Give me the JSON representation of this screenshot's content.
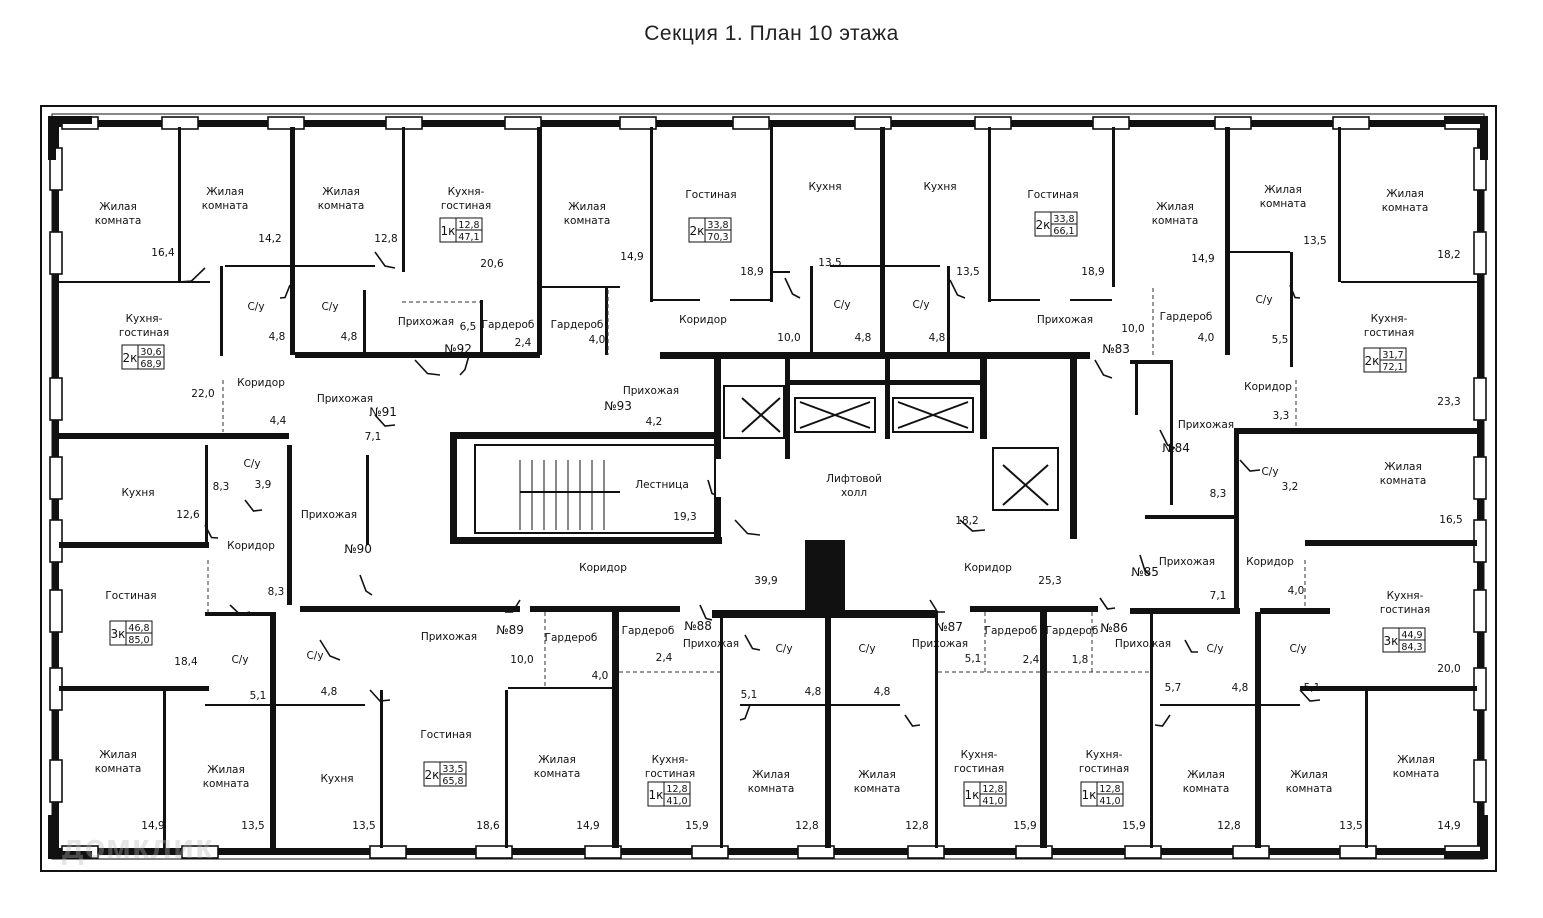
{
  "title": "Секция 1. План 10 этажа",
  "watermark": "домклик",
  "rooms": [
    {
      "label": [
        "Жилая",
        "комната"
      ],
      "area": "16,4"
    },
    {
      "label": [
        "Жилая",
        "комната"
      ],
      "area": "14,2"
    },
    {
      "label": [
        "Жилая",
        "комната"
      ],
      "area": "12,8"
    },
    {
      "label": [
        "Кухня-",
        "гостиная"
      ],
      "area": "20,6"
    },
    {
      "label": [
        "Жилая",
        "комната"
      ],
      "area": "14,9"
    },
    {
      "label": [
        "Гостиная"
      ],
      "area": "18,9"
    },
    {
      "label": [
        "Кухня"
      ],
      "area": "13,5"
    },
    {
      "label": [
        "Кухня"
      ],
      "area": "13,5"
    },
    {
      "label": [
        "Гостиная"
      ],
      "area": "18,9"
    },
    {
      "label": [
        "Жилая",
        "комната"
      ],
      "area": "14,9"
    },
    {
      "label": [
        "Жилая",
        "комната"
      ],
      "area": "13,5"
    },
    {
      "label": [
        "Жилая",
        "комната"
      ],
      "area": "18,2"
    },
    {
      "label": [
        "Кухня-",
        "гостиная"
      ],
      "area": "22,0"
    },
    {
      "label": [
        "С/у"
      ],
      "area": "4,8"
    },
    {
      "label": [
        "С/у"
      ],
      "area": "4,8"
    },
    {
      "label": [
        "Прихожая"
      ],
      "area": "6,5"
    },
    {
      "label": [
        "Гардероб"
      ],
      "area": "2,4"
    },
    {
      "label": [
        "Гардероб"
      ],
      "area": "4,0"
    },
    {
      "label": [
        "Коридор"
      ],
      "area": "10,0"
    },
    {
      "label": [
        "С/у"
      ],
      "area": "4,8"
    },
    {
      "label": [
        "С/у"
      ],
      "area": "4,8"
    },
    {
      "label": [
        "Прихожая"
      ],
      "area": "10,0"
    },
    {
      "label": [
        "Гардероб"
      ],
      "area": "4,0"
    },
    {
      "label": [
        "С/у"
      ],
      "area": "5,5"
    },
    {
      "label": [
        "Кухня-",
        "гостиная"
      ],
      "area": "23,3"
    },
    {
      "label": [
        "Коридор"
      ],
      "area": "4,4"
    },
    {
      "label": [
        "Прихожая"
      ],
      "area": "7,1"
    },
    {
      "label": [
        "Прихожая"
      ],
      "area": "4,2"
    },
    {
      "label": [
        "Коридор"
      ],
      "area": "3,3"
    },
    {
      "label": [
        "Кухня"
      ],
      "area": "12,6"
    },
    {
      "label": [
        "С/у"
      ],
      "area": "3,9"
    },
    {
      "label": [
        "Прихожая"
      ],
      "area": "8,3"
    },
    {
      "label": [
        "Лестница"
      ],
      "area": "19,3"
    },
    {
      "label": [
        "Лифтовой",
        "холл"
      ],
      "area": "18,2"
    },
    {
      "label": [
        "Прихожая"
      ],
      "area": "8,3"
    },
    {
      "label": [
        "С/у"
      ],
      "area": "3,2"
    },
    {
      "label": [
        "Жилая",
        "комната"
      ],
      "area": "16,5"
    },
    {
      "label": [
        "Коридор"
      ],
      "area": "8,3"
    },
    {
      "label": [
        "Коридор"
      ],
      "area": "39,9"
    },
    {
      "label": [
        "Коридор"
      ],
      "area": "25,3"
    },
    {
      "label": [
        "Прихожая"
      ],
      "area": "7,1"
    },
    {
      "label": [
        "Коридор"
      ],
      "area": "4,0"
    },
    {
      "label": [
        "Гостиная"
      ],
      "area": "18,4"
    },
    {
      "label": [
        "Кухня-",
        "гостиная"
      ],
      "area": "20,0"
    },
    {
      "label": [
        "С/у"
      ],
      "area": "5,1"
    },
    {
      "label": [
        "С/у"
      ],
      "area": "4,8"
    },
    {
      "label": [
        "Прихожая"
      ],
      "area": "10,0"
    },
    {
      "label": [
        "Гардероб"
      ],
      "area": "4,0"
    },
    {
      "label": [
        "Гардероб"
      ],
      "area": "2,4"
    },
    {
      "label": [
        "Прихожая"
      ],
      "area": "5,1"
    },
    {
      "label": [
        "С/у"
      ],
      "area": "4,8"
    },
    {
      "label": [
        "С/у"
      ],
      "area": "4,8"
    },
    {
      "label": [
        "Прихожая"
      ],
      "area": "5,1"
    },
    {
      "label": [
        "Гардероб"
      ],
      "area": "2,4"
    },
    {
      "label": [
        "Гардероб"
      ],
      "area": "1,8"
    },
    {
      "label": [
        "Прихожая"
      ],
      "area": "5,7"
    },
    {
      "label": [
        "С/у"
      ],
      "area": "4,8"
    },
    {
      "label": [
        "С/у"
      ],
      "area": "5,1"
    },
    {
      "label": [
        "Жилая",
        "комната"
      ],
      "area": "14,9"
    },
    {
      "label": [
        "Жилая",
        "комната"
      ],
      "area": "13,5"
    },
    {
      "label": [
        "Кухня"
      ],
      "area": "13,5"
    },
    {
      "label": [
        "Гостиная"
      ],
      "area": "18,6"
    },
    {
      "label": [
        "Жилая",
        "комната"
      ],
      "area": "14,9"
    },
    {
      "label": [
        "Кухня-",
        "гостиная"
      ],
      "area": "15,9"
    },
    {
      "label": [
        "Жилая",
        "комната"
      ],
      "area": "12,8"
    },
    {
      "label": [
        "Жилая",
        "комната"
      ],
      "area": "12,8"
    },
    {
      "label": [
        "Кухня-",
        "гостиная"
      ],
      "area": "15,9"
    },
    {
      "label": [
        "Кухня-",
        "гостиная"
      ],
      "area": "15,9"
    },
    {
      "label": [
        "Жилая",
        "комната"
      ],
      "area": "12,8"
    },
    {
      "label": [
        "Жилая",
        "комната"
      ],
      "area": "13,5"
    },
    {
      "label": [
        "Жилая",
        "комната"
      ],
      "area": "14,9"
    }
  ],
  "apartments": [
    {
      "number": "№92",
      "type": "1к",
      "living": "12,8",
      "total": "47,1"
    },
    {
      "number": "№93",
      "type": "2к",
      "living": "33,8",
      "total": "70,3"
    },
    {
      "number": "№83",
      "type": "2к",
      "living": "33,8",
      "total": "66,1"
    },
    {
      "number": "№91",
      "type": "2к",
      "living": "30,6",
      "total": "68,9"
    },
    {
      "number": "№84",
      "type": "2к",
      "living": "31,7",
      "total": "72,1"
    },
    {
      "number": "№90",
      "type": "3к",
      "living": "46,8",
      "total": "85,0"
    },
    {
      "number": "№85",
      "type": "3к",
      "living": "44,9",
      "total": "84,3"
    },
    {
      "number": "№89",
      "type": "2к",
      "living": "33,5",
      "total": "65,8"
    },
    {
      "number": "№88",
      "type": "1к",
      "living": "12,8",
      "total": "41,0"
    },
    {
      "number": "№87",
      "type": "1к",
      "living": "12,8",
      "total": "41,0"
    },
    {
      "number": "№86",
      "type": "1к",
      "living": "12,8",
      "total": "41,0"
    }
  ]
}
